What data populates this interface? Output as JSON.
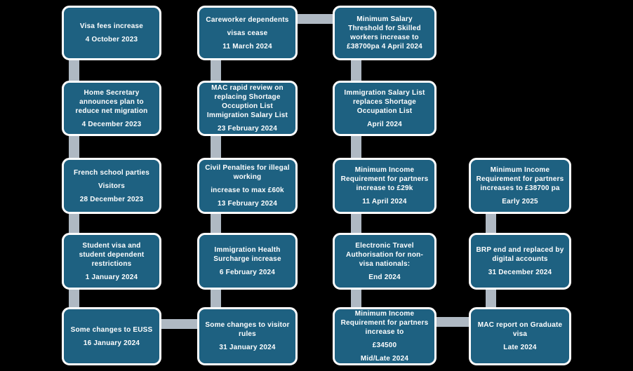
{
  "colors": {
    "background": "#000000",
    "box_fill": "#1E6181",
    "box_border": "#FFFFFF",
    "connector": "#AFB9C3",
    "text": "#FFFFFF"
  },
  "nodes": [
    {
      "col": 1,
      "row": 1,
      "lines": [
        "Visa fees increase"
      ],
      "date": "4 October 2023"
    },
    {
      "col": 1,
      "row": 2,
      "lines": [
        "Home Secretary  announces plan to reduce net migration"
      ],
      "date": "4 December 2023"
    },
    {
      "col": 1,
      "row": 3,
      "lines": [
        "French school parties",
        "Visitors"
      ],
      "date": "28 December 2023"
    },
    {
      "col": 1,
      "row": 4,
      "lines": [
        "Student visa and student dependent restrictions"
      ],
      "date": "1 January 2024"
    },
    {
      "col": 1,
      "row": 5,
      "lines": [
        "Some changes to EUSS"
      ],
      "date": "16 January 2024"
    },
    {
      "col": 2,
      "row": 1,
      "lines": [
        "Careworker  dependents",
        "visas cease"
      ],
      "date": "11 March 2024"
    },
    {
      "col": 2,
      "row": 2,
      "lines": [
        "MAC rapid review on replacing Shortage Occuption List Immigration Salary List"
      ],
      "date": "23 February 2024"
    },
    {
      "col": 2,
      "row": 3,
      "lines": [
        "Civil Penalties for illegal working",
        "increase to max £60k"
      ],
      "date": "13 February 2024"
    },
    {
      "col": 2,
      "row": 4,
      "lines": [
        "Immigration Health Surcharge increase"
      ],
      "date": "6 February 2024"
    },
    {
      "col": 2,
      "row": 5,
      "lines": [
        "Some changes to visitor rules"
      ],
      "date": "31 January 2024"
    },
    {
      "col": 3,
      "row": 1,
      "lines": [
        "Minimum Salary Threshold for Skilled workers increase to £38700pa  4 April 2024"
      ],
      "date": ""
    },
    {
      "col": 3,
      "row": 2,
      "lines": [
        "Immigration Salary List replaces Shortage Occupation List"
      ],
      "date": "April 2024"
    },
    {
      "col": 3,
      "row": 3,
      "lines": [
        "Minimum Income Requirement for partners increase to £29k"
      ],
      "date": "11 April 2024"
    },
    {
      "col": 3,
      "row": 4,
      "lines": [
        "Electronic Travel Authorisation for non-visa nationals:"
      ],
      "date": "End 2024"
    },
    {
      "col": 3,
      "row": 5,
      "lines": [
        "Minimum Income Requirement for partners increase to",
        "£34500"
      ],
      "date": "Mid/Late 2024"
    },
    {
      "col": 4,
      "row": 3,
      "lines": [
        "Minimum Income Requirement for partners increases to £38700  pa"
      ],
      "date": "Early 2025"
    },
    {
      "col": 4,
      "row": 4,
      "lines": [
        "BRP end and replaced by digital accounts"
      ],
      "date": "31 December 2024"
    },
    {
      "col": 4,
      "row": 5,
      "lines": [
        "MAC report on Graduate visa"
      ],
      "date": "Late 2024"
    }
  ]
}
